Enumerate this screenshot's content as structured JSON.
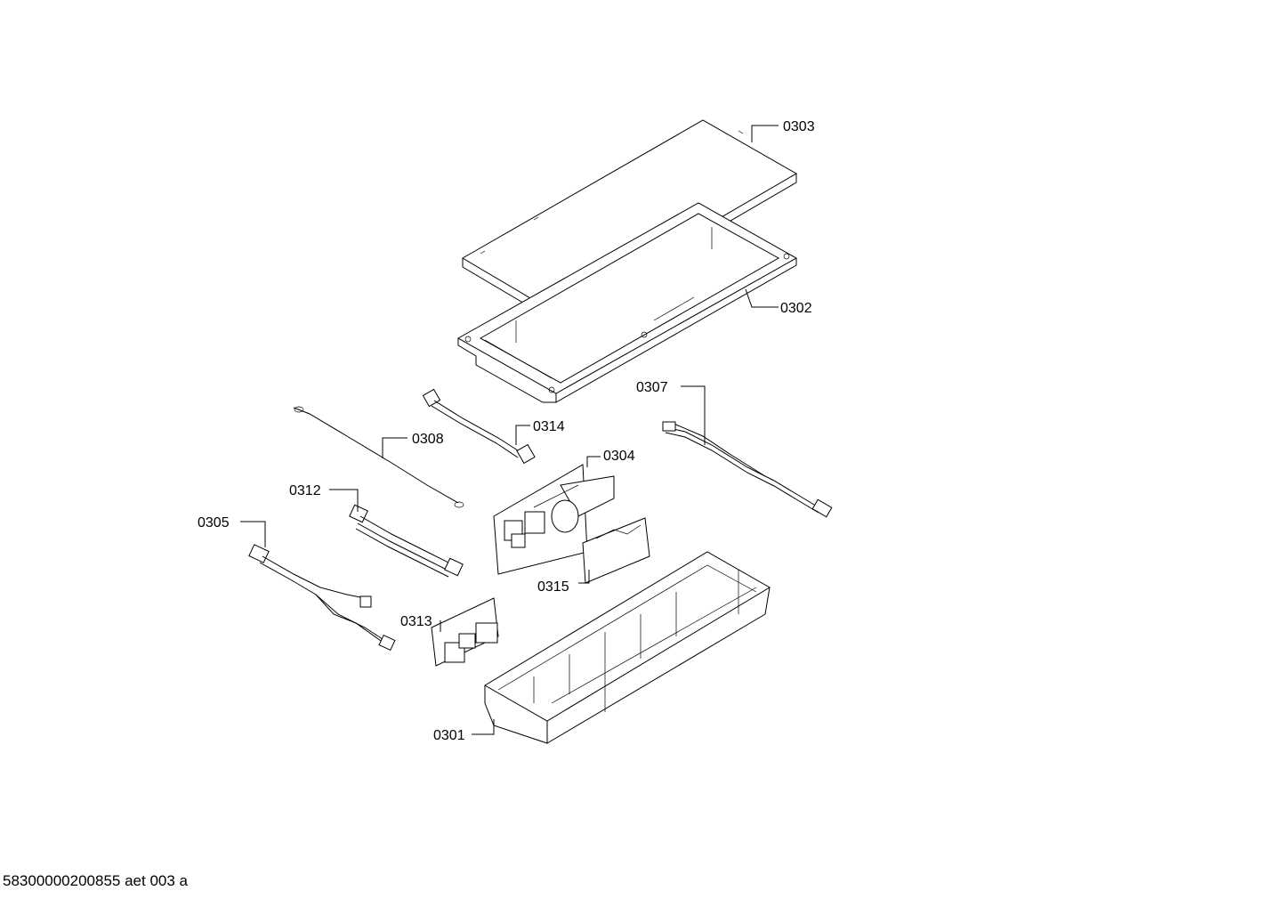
{
  "parts": {
    "p0303": "0303",
    "p0302": "0302",
    "p0307": "0307",
    "p0314": "0314",
    "p0308": "0308",
    "p0304": "0304",
    "p0312": "0312",
    "p0305": "0305",
    "p0315": "0315",
    "p0313": "0313",
    "p0301": "0301"
  },
  "footer": "58300000200855 aet 003 a"
}
